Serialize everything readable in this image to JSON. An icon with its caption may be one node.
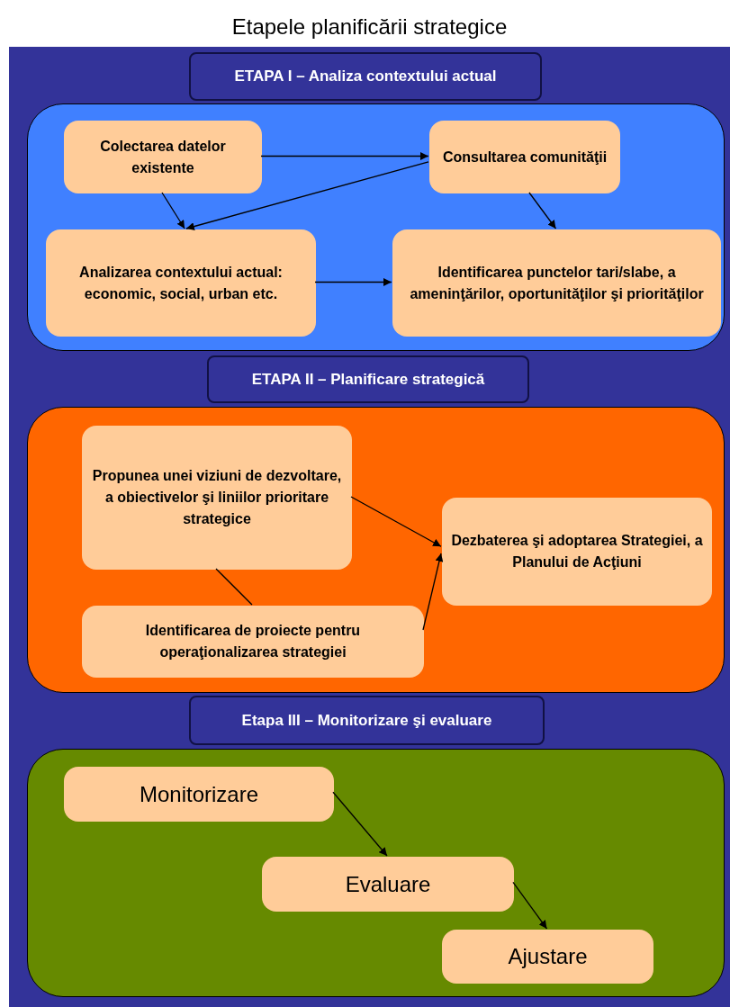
{
  "diagram": {
    "title": "Etapele planificării strategice",
    "nodes": [
      {
        "text": [
          "ETAPA  I – Analiza contextului actual"
        ]
      },
      {
        "text": [],
        "shape": "box"
      },
      {
        "text": [
          "Colectarea datelor existente"
        ],
        "in": 1
      },
      {
        "text": [
          "Consultarea comunităţii"
        ],
        "in": 1
      },
      {
        "text": [
          "Analizarea contextului actual: economic, social, urban etc."
        ],
        "in": 1
      },
      {
        "text": [
          "Identificarea punctelor tari/slabe, a  ameninţărilor, oportunităţilor şi priorităţilor"
        ],
        "in": 1
      },
      {
        "text": [
          "ETAPA II – Planificare strategică"
        ]
      },
      {
        "text": [],
        "shape": "box"
      },
      {
        "text": [
          "Propunea unei viziuni de dezvoltare, a obiectivelor şi liniilor prioritare strategice"
        ],
        "in": 7
      },
      {
        "text": [
          "Dezbaterea şi adoptarea Strategiei, a Planului de Acţiuni"
        ],
        "in": 7
      },
      {
        "text": [
          "Identificarea de proiecte pentru operaţionalizarea strategiei"
        ],
        "in": 7
      },
      {
        "text": [
          "Etapa III – Monitorizare şi evaluare"
        ]
      },
      {
        "text": [],
        "shape": "box"
      },
      {
        "text": [
          "Monitorizare"
        ],
        "in": 12
      },
      {
        "text": [
          "Evaluare"
        ],
        "in": 12
      },
      {
        "text": [
          "Ajustare"
        ],
        "in": 12
      }
    ],
    "edges": [
      {
        "from": 2,
        "to": 3,
        "arrow": "to"
      },
      {
        "from": 2,
        "to": 4,
        "arrow": "to"
      },
      {
        "from": 3,
        "to": 4,
        "arrow": "to"
      },
      {
        "from": 3,
        "to": 5,
        "arrow": "to"
      },
      {
        "from": 4,
        "to": 5,
        "arrow": "to"
      },
      {
        "from": 8,
        "to": 9,
        "arrow": "to"
      },
      {
        "from": 10,
        "to": 9,
        "arrow": "to"
      },
      {
        "from": 8,
        "to": 10,
        "arrow": "none"
      },
      {
        "from": 13,
        "to": 14,
        "arrow": "to"
      },
      {
        "from": 14,
        "to": 15,
        "arrow": "to"
      }
    ]
  }
}
